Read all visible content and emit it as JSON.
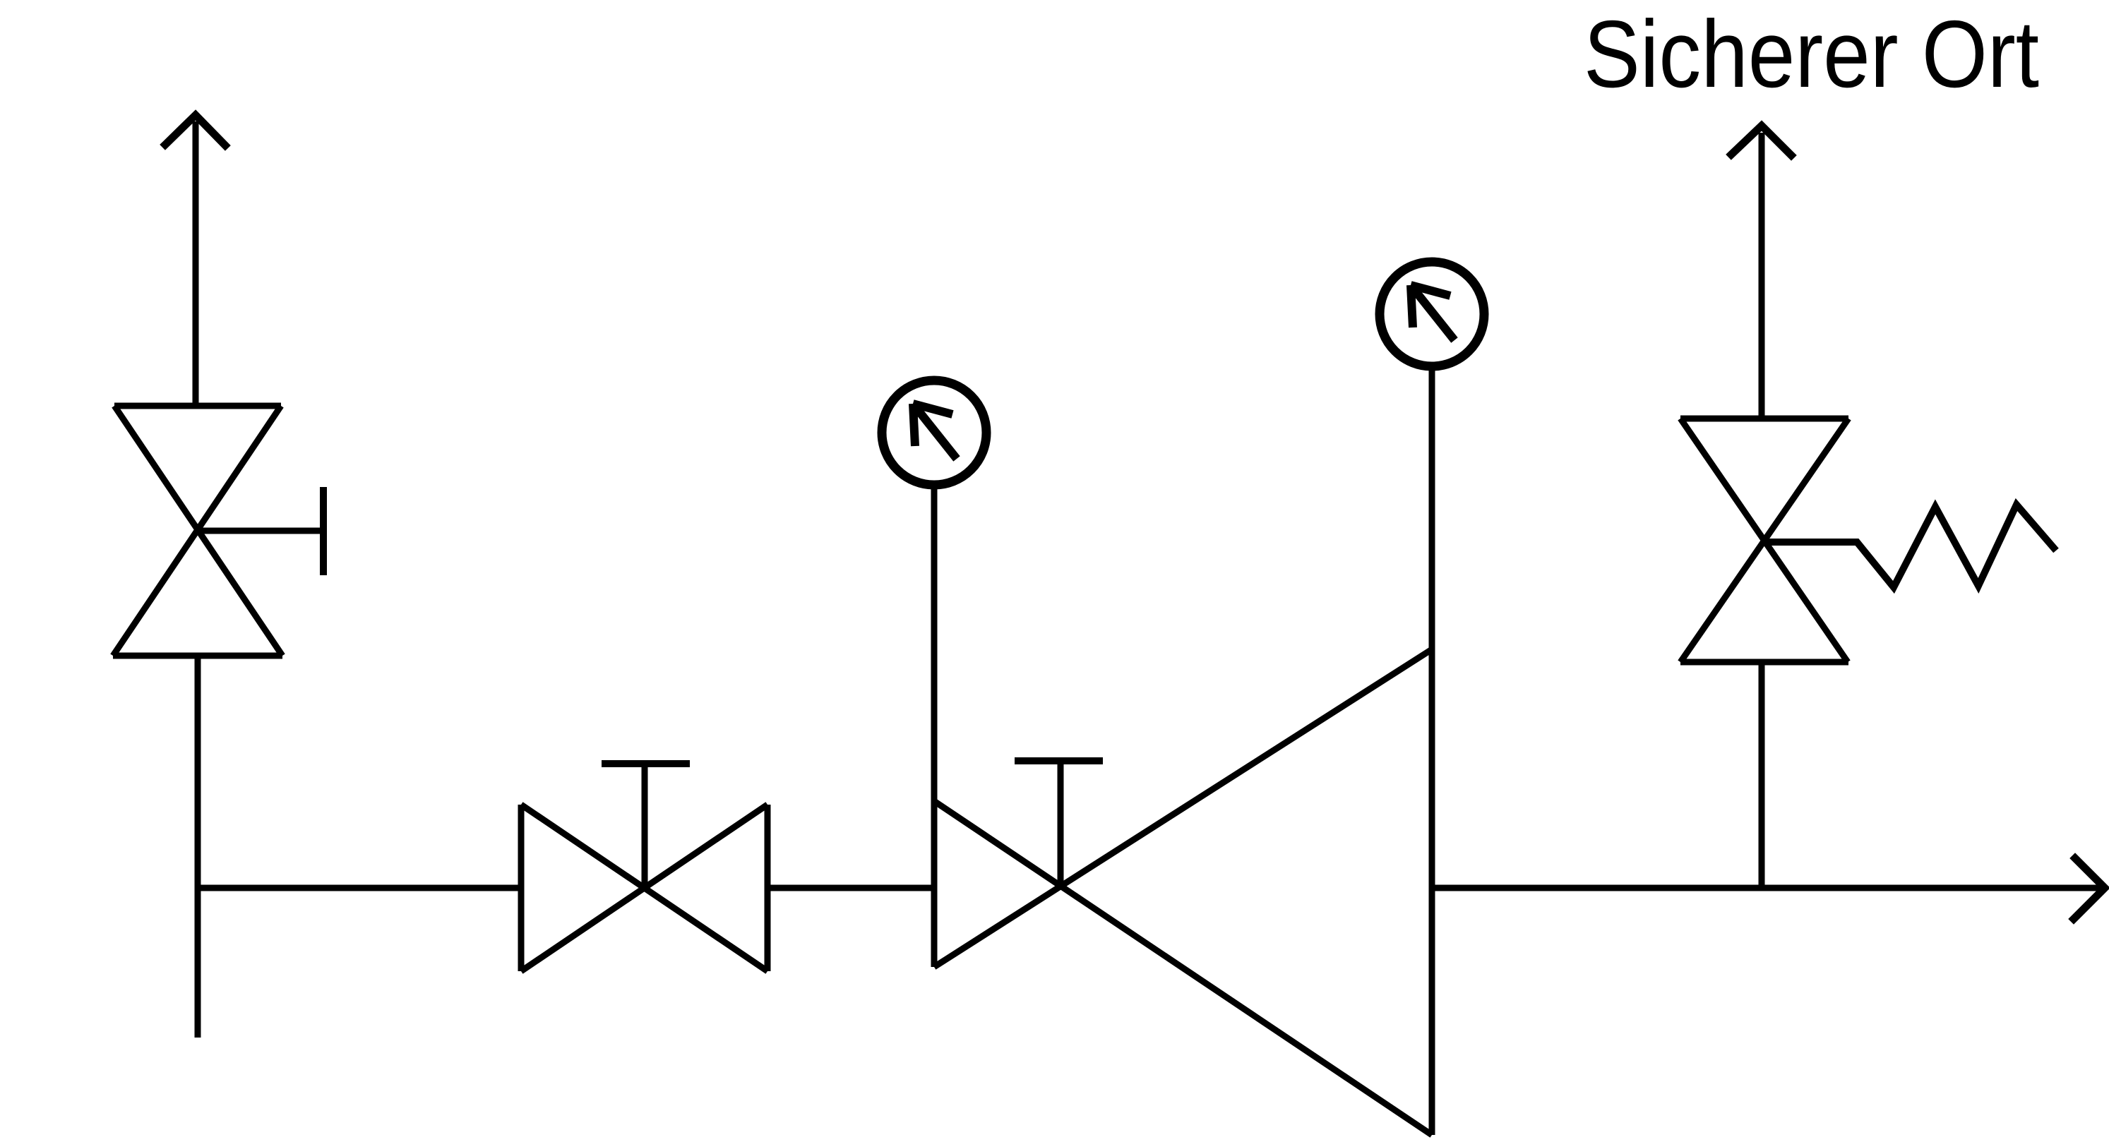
{
  "diagram": {
    "type": "piping-instrumentation-schematic",
    "colors": {
      "line": "#000000",
      "background": "#ffffff"
    },
    "labels": {
      "safe_location": "Sicherer Ort"
    },
    "components": [
      {
        "name": "vent-line-left",
        "symbol": "vertical pipe with open chevron up-arrow"
      },
      {
        "name": "shutoff-valve-left",
        "symbol": "vertical bowtie valve with side T-handle"
      },
      {
        "name": "inlet-line-bottom-left",
        "symbol": "vertical pipe stub below main line"
      },
      {
        "name": "hand-valve",
        "symbol": "horizontal bowtie valve with stem and T-handle"
      },
      {
        "name": "pressure-gauge-1",
        "symbol": "circle with diagonal needle arrow pointing upper-left"
      },
      {
        "name": "control-valve-with-expansion-cone",
        "symbol": "small valve triangle opening into large cone with vertical outlet edge"
      },
      {
        "name": "pressure-gauge-2",
        "symbol": "circle with diagonal needle arrow pointing upper-left"
      },
      {
        "name": "safety-relief-valve",
        "symbol": "vertical bowtie valve with zigzag spring to the right"
      },
      {
        "name": "vent-to-safe-location",
        "symbol": "vertical pipe with open chevron up-arrow labeled Sicherer Ort"
      },
      {
        "name": "main-flow-outlet",
        "symbol": "horizontal pipe ending in open chevron right-arrow"
      }
    ]
  }
}
